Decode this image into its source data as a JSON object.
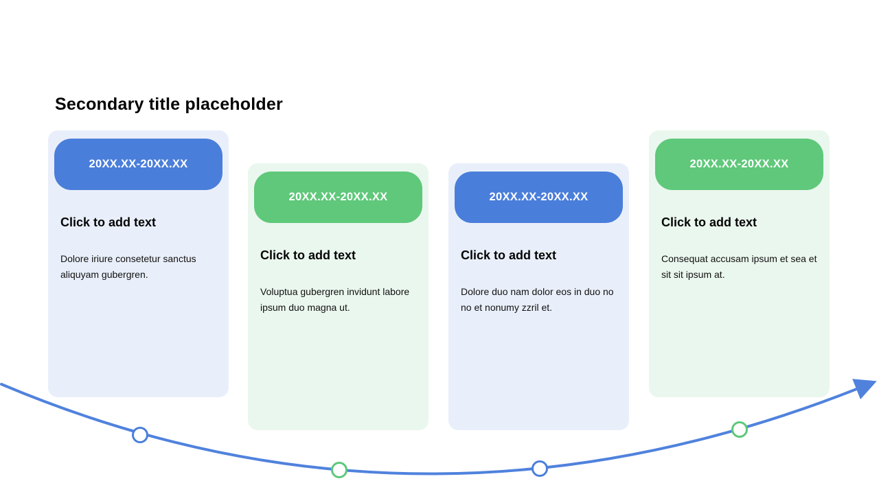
{
  "title": "Secondary title placeholder",
  "colors": {
    "blue": "#4A7EDB",
    "green": "#5FC87A",
    "card_blue_bg": "#E9EFFA",
    "card_green_bg": "#EAF7EE",
    "line": "#5082DD",
    "marker_blue": "#4A7EDB",
    "marker_green": "#5CC87A",
    "marker_fill": "#FFFFFF"
  },
  "cards": [
    {
      "theme": "blue",
      "date": "20XX.XX-20XX.XX",
      "heading": "Click to add text",
      "body": "Dolore iriure consetetur sanctus aliquyam gubergren."
    },
    {
      "theme": "green",
      "date": "20XX.XX-20XX.XX",
      "heading": "Click to add text",
      "body": "Voluptua gubergren invidunt labore ipsum duo magna ut."
    },
    {
      "theme": "blue",
      "date": "20XX.XX-20XX.XX",
      "heading": "Click to add text",
      "body": "Dolore duo nam dolor eos in duo no no et nonumy zzril et."
    },
    {
      "theme": "green",
      "date": "20XX.XX-20XX.XX",
      "heading": "Click to add text",
      "body": "Consequat accusam ipsum et sea et sit sit ipsum at."
    }
  ],
  "timeline": {
    "shape": "curved-arrow",
    "marker_order": [
      "blue",
      "green",
      "blue",
      "green"
    ]
  }
}
